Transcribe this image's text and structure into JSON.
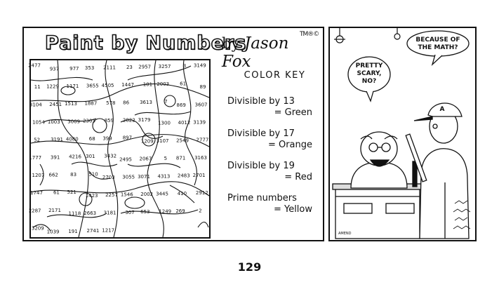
{
  "panel1": {
    "title": "Paint by Numbers",
    "byline": "by",
    "author": "Jason Fox",
    "marks": "TM®©",
    "color_key": {
      "title": "COLOR KEY",
      "entries": [
        {
          "rule": "Divisible by 13",
          "color": "= Green"
        },
        {
          "rule": "Divisible by 17",
          "color": "= Orange"
        },
        {
          "rule": "Divisible by 19",
          "color": "= Red"
        },
        {
          "rule": "Prime numbers",
          "color": "= Yellow"
        }
      ]
    },
    "puzzle_numbers": [
      "2477",
      "937",
      "977",
      "353",
      "2111",
      "23",
      "2957",
      "3257",
      "3",
      "3149",
      "11",
      "1229",
      "1171",
      "3655",
      "4505",
      "1447",
      "101",
      "2003",
      "61",
      "89",
      "3104",
      "2451",
      "1513",
      "1887",
      "578",
      "86",
      "3613",
      "7",
      "869",
      "3607",
      "1054",
      "1003",
      "3009",
      "2303",
      "859",
      "2822",
      "3179",
      "1300",
      "4012",
      "3139",
      "52",
      "3191",
      "4080",
      "68",
      "399",
      "897",
      "1209",
      "3107",
      "2549",
      "2777",
      "1777",
      "391",
      "4216",
      "301",
      "3432",
      "2495",
      "2067",
      "5",
      "871",
      "3163",
      "1207",
      "662",
      "83",
      "510",
      "2703",
      "3055",
      "3071",
      "4313",
      "2483",
      "2701",
      "1747",
      "61",
      "521",
      "1423",
      "2257",
      "1546",
      "2002",
      "3445",
      "410",
      "2912",
      "2287",
      "2171",
      "1118",
      "2663",
      "3181",
      "307",
      "653",
      "1249",
      "269",
      "2",
      "3209",
      "1039",
      "191",
      "2741",
      "1217"
    ]
  },
  "panel2": {
    "bubble_left": [
      "PRETTY",
      "SCARY,",
      "NO?"
    ],
    "bubble_right": [
      "BECAUSE OF",
      "THE MATH?"
    ],
    "cap_letter": "A",
    "signature": "AMEND"
  },
  "page_number": "129"
}
